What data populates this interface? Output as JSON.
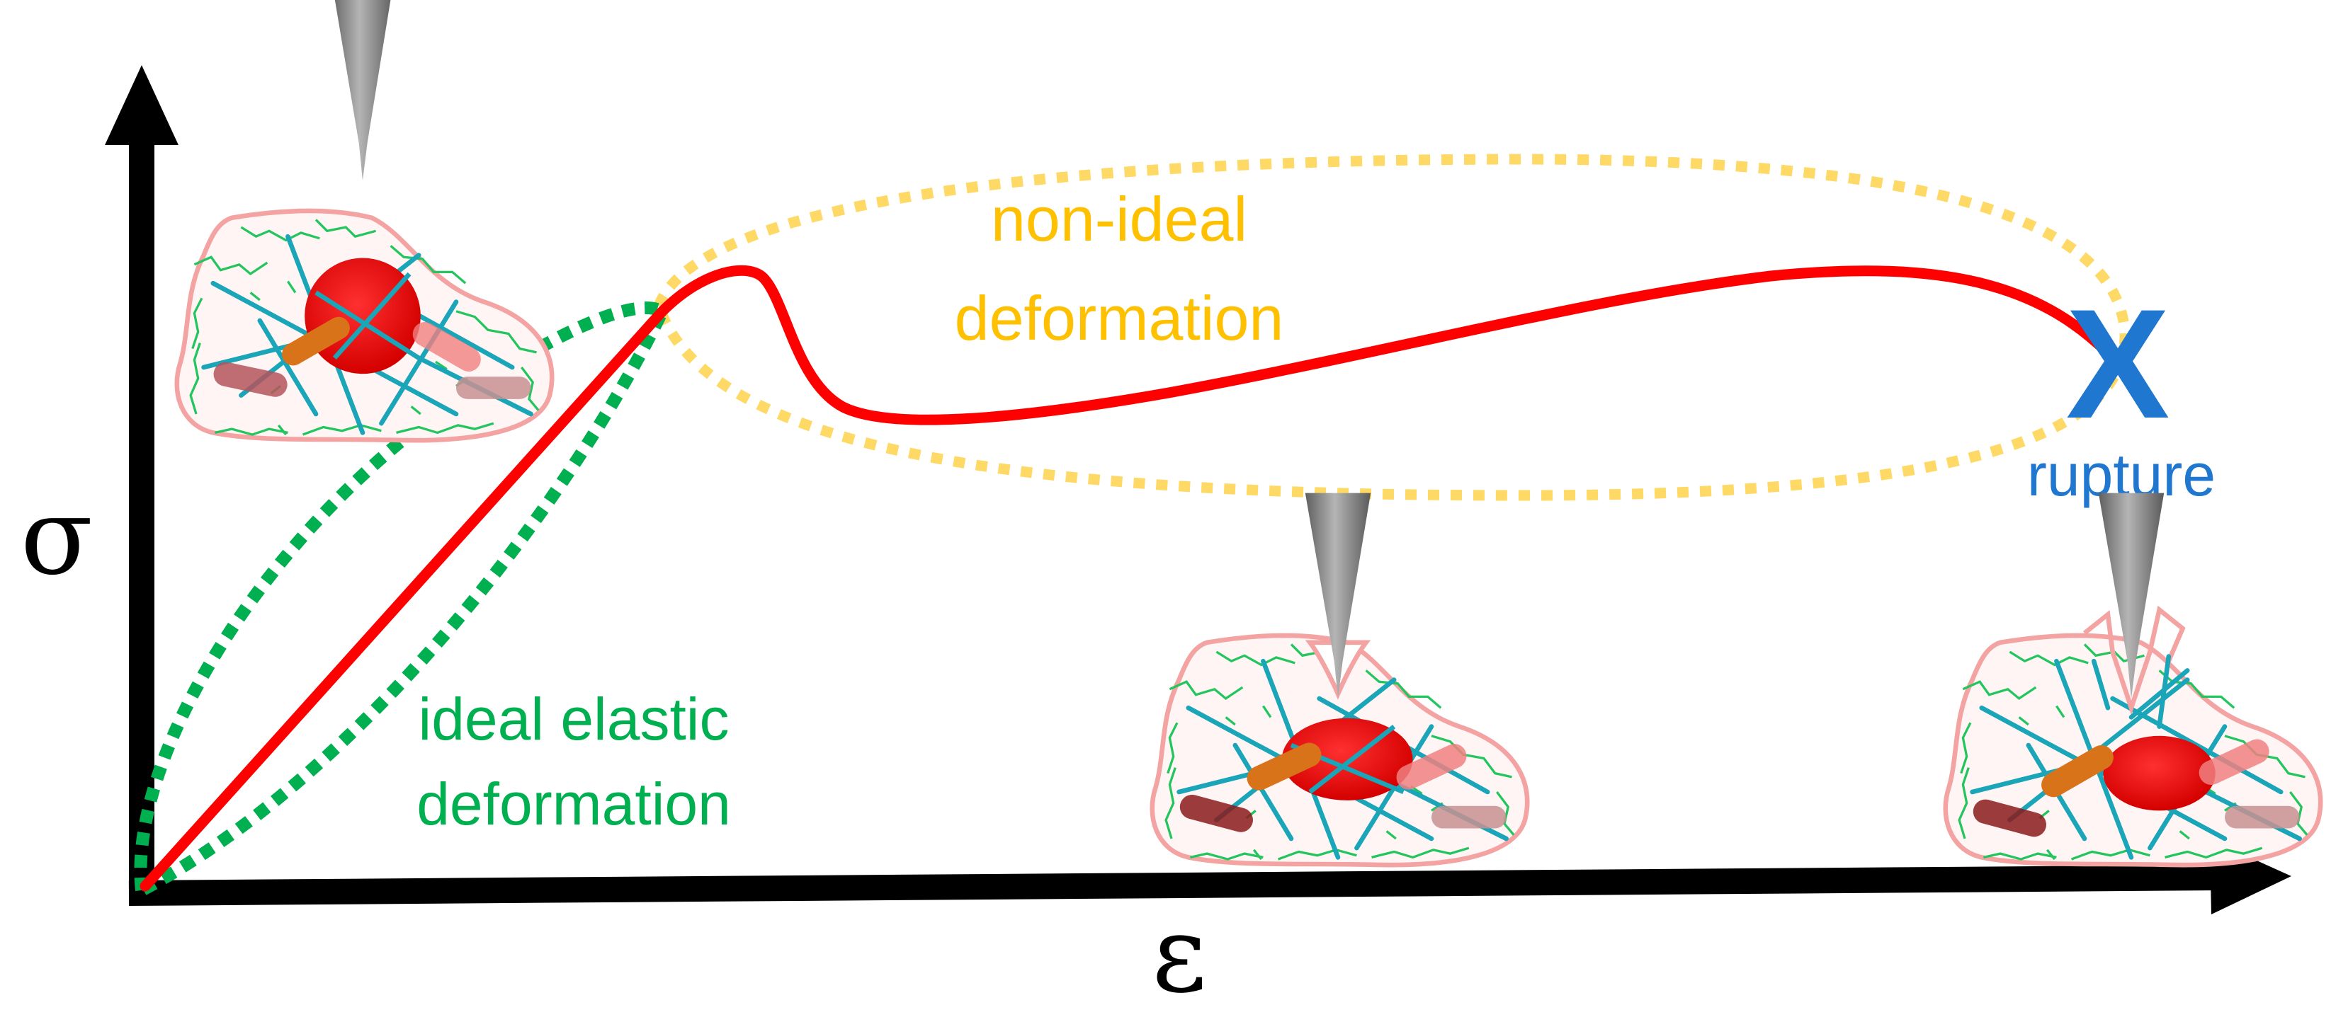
{
  "axes": {
    "y_symbol": "σ",
    "x_symbol": "ε"
  },
  "labels": {
    "ideal_line1": "ideal elastic",
    "ideal_line2": "deformation",
    "nonideal_line1": "non-ideal",
    "nonideal_line2": "deformation",
    "rupture_mark": "X",
    "rupture_word": "rupture"
  },
  "colors": {
    "curve": "#ff0000",
    "ideal": "#00b050",
    "nonideal": "#ffc000",
    "nonideal_dots": "#ffd966",
    "rupture": "#1f77d0",
    "axis": "#000000",
    "membrane": "#f4a3a3",
    "actin": "#22c55e",
    "microtubule": "#1aa5b8",
    "nucleus": "#e81818",
    "tip": "#8c8c8c"
  },
  "cells": [
    {
      "name": "cell-initial",
      "state": "intact"
    },
    {
      "name": "cell-deformed",
      "state": "indented"
    },
    {
      "name": "cell-ruptured",
      "state": "ruptured"
    }
  ]
}
